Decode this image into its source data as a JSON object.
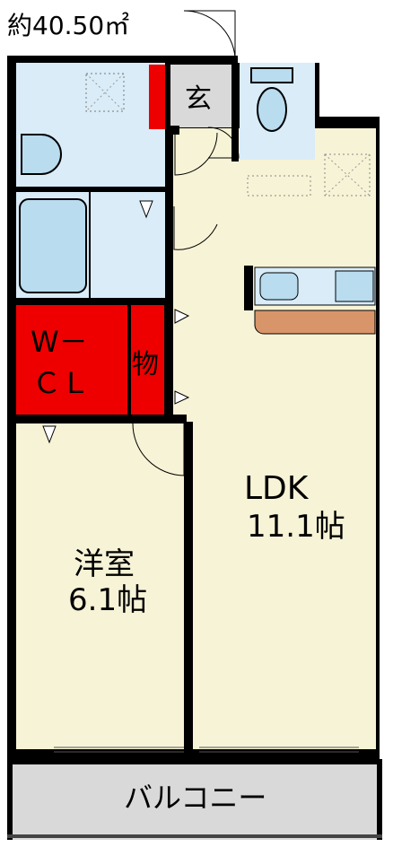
{
  "area": "約40.50㎡",
  "rooms": {
    "entrance": "玄",
    "wcl_line1": "W－",
    "wcl_line2": "ＣＬ",
    "storage": "物",
    "ldk_name": "LDK",
    "ldk_size": "11.1帖",
    "western_name": "洋室",
    "western_size": "6.1帖",
    "balcony": "バルコニー"
  },
  "colors": {
    "wall": "#000000",
    "floor": "#f7f3d6",
    "wet_area": "#d9ecf8",
    "fixture": "#b9dcef",
    "closet": "#ee0000",
    "entrance": "#d9d9d9",
    "balcony": "#d9d9d9",
    "counter": "#d9956a"
  }
}
